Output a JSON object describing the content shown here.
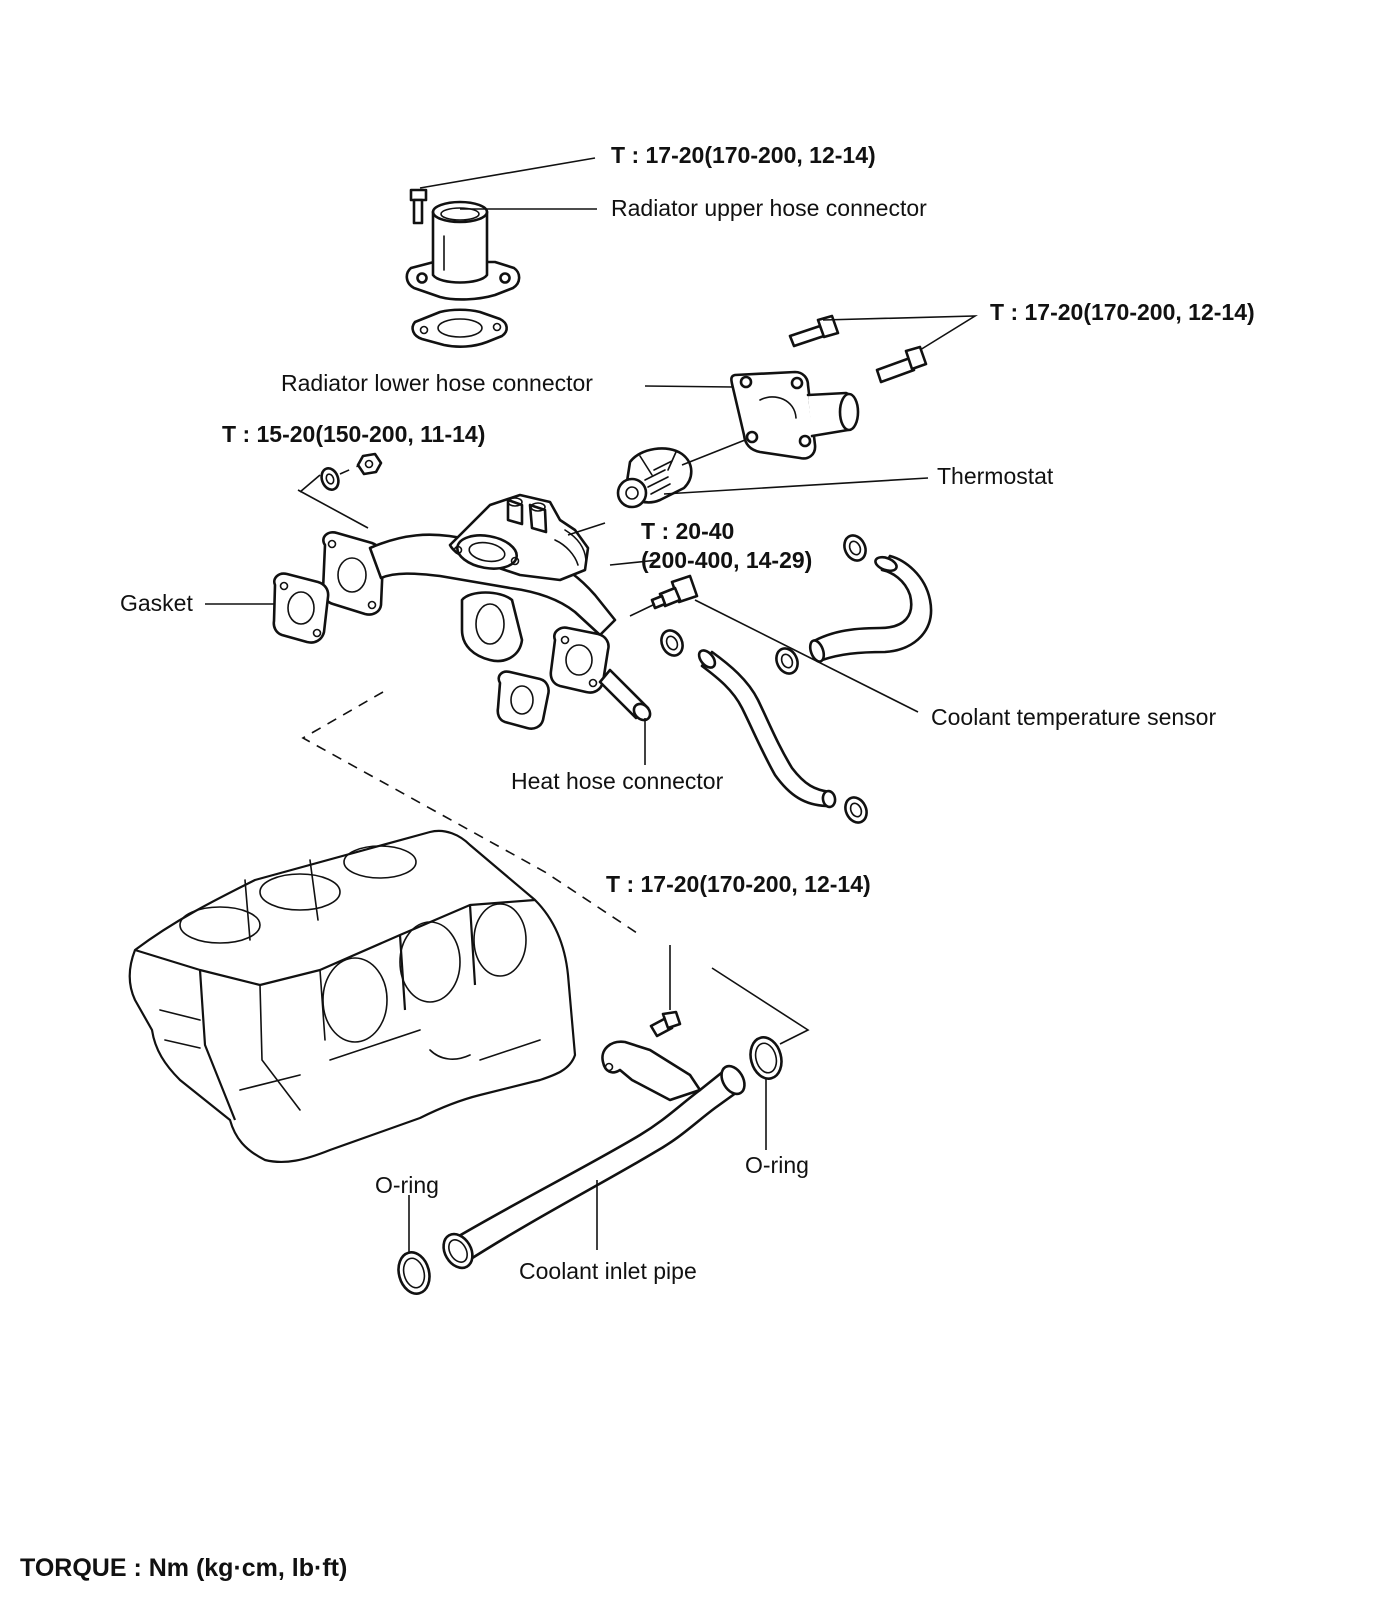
{
  "labels": {
    "torque_upper_hose": "T : 17-20(170-200, 12-14)",
    "radiator_upper_hose_connector": "Radiator upper hose connector",
    "torque_lower_hose": "T : 17-20(170-200, 12-14)",
    "radiator_lower_hose_connector": "Radiator lower hose connector",
    "torque_gasket_nuts": "T : 15-20(150-200, 11-14)",
    "thermostat": "Thermostat",
    "torque_sensor_line1": "T : 20-40",
    "torque_sensor_line2": "(200-400, 14-29)",
    "gasket": "Gasket",
    "coolant_temperature_sensor": "Coolant temperature sensor",
    "heat_hose_connector": "Heat hose connector",
    "torque_inlet_pipe": "T : 17-20(170-200, 12-14)",
    "o_ring_right": "O-ring",
    "o_ring_left": "O-ring",
    "coolant_inlet_pipe": "Coolant inlet pipe"
  },
  "footer": {
    "torque_units": "TORQUE : Nm (kg·cm, lb·ft)"
  }
}
